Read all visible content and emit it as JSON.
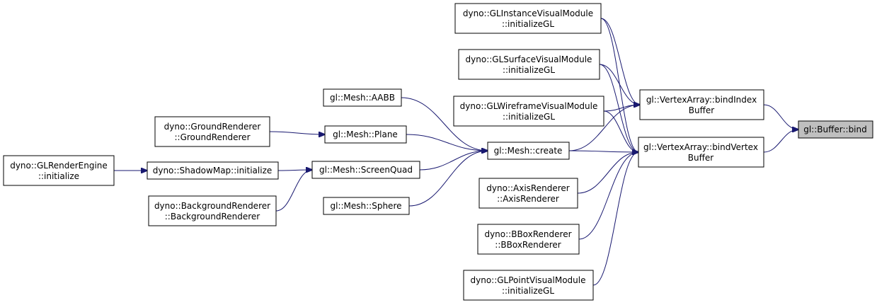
{
  "colors": {
    "edge": "#191970",
    "node_border": "#000000",
    "highlight_fill": "#bfbfbf",
    "background": "#ffffff"
  },
  "nodes": {
    "buffer_bind": {
      "lines": [
        "gl::Buffer::bind"
      ]
    },
    "bind_index_buffer": {
      "lines": [
        "gl::VertexArray::bindIndex",
        "Buffer"
      ]
    },
    "bind_vertex_buffer": {
      "lines": [
        "gl::VertexArray::bindVertex",
        "Buffer"
      ]
    },
    "mesh_create": {
      "lines": [
        "gl::Mesh::create"
      ]
    },
    "gl_instance_visual": {
      "lines": [
        "dyno::GLInstanceVisualModule",
        "::initializeGL"
      ]
    },
    "gl_surface_visual": {
      "lines": [
        "dyno::GLSurfaceVisualModule",
        "::initializeGL"
      ]
    },
    "gl_wireframe_visual": {
      "lines": [
        "dyno::GLWireframeVisualModule",
        "::initializeGL"
      ]
    },
    "axis_renderer": {
      "lines": [
        "dyno::AxisRenderer",
        "::AxisRenderer"
      ]
    },
    "bbox_renderer": {
      "lines": [
        "dyno::BBoxRenderer",
        "::BBoxRenderer"
      ]
    },
    "gl_point_visual": {
      "lines": [
        "dyno::GLPointVisualModule",
        "::initializeGL"
      ]
    },
    "mesh_aabb": {
      "lines": [
        "gl::Mesh::AABB"
      ]
    },
    "mesh_plane": {
      "lines": [
        "gl::Mesh::Plane"
      ]
    },
    "mesh_screenquad": {
      "lines": [
        "gl::Mesh::ScreenQuad"
      ]
    },
    "mesh_sphere": {
      "lines": [
        "gl::Mesh::Sphere"
      ]
    },
    "ground_renderer": {
      "lines": [
        "dyno::GroundRenderer",
        "::GroundRenderer"
      ]
    },
    "shadowmap_initialize": {
      "lines": [
        "dyno::ShadowMap::initialize"
      ]
    },
    "background_renderer": {
      "lines": [
        "dyno::BackgroundRenderer",
        "::BackgroundRenderer"
      ]
    },
    "gl_render_engine": {
      "lines": [
        "dyno::GLRenderEngine",
        "::initialize"
      ]
    }
  },
  "edges": [
    [
      "bind_index_buffer",
      "buffer_bind"
    ],
    [
      "bind_vertex_buffer",
      "buffer_bind"
    ],
    [
      "gl_instance_visual",
      "bind_index_buffer"
    ],
    [
      "gl_instance_visual",
      "bind_vertex_buffer"
    ],
    [
      "gl_surface_visual",
      "bind_index_buffer"
    ],
    [
      "gl_surface_visual",
      "bind_vertex_buffer"
    ],
    [
      "gl_wireframe_visual",
      "bind_index_buffer"
    ],
    [
      "gl_wireframe_visual",
      "bind_vertex_buffer"
    ],
    [
      "mesh_create",
      "bind_index_buffer"
    ],
    [
      "mesh_create",
      "bind_vertex_buffer"
    ],
    [
      "axis_renderer",
      "bind_vertex_buffer"
    ],
    [
      "bbox_renderer",
      "bind_vertex_buffer"
    ],
    [
      "gl_point_visual",
      "bind_vertex_buffer"
    ],
    [
      "mesh_aabb",
      "mesh_create"
    ],
    [
      "mesh_plane",
      "mesh_create"
    ],
    [
      "mesh_screenquad",
      "mesh_create"
    ],
    [
      "mesh_sphere",
      "mesh_create"
    ],
    [
      "ground_renderer",
      "mesh_plane"
    ],
    [
      "shadowmap_initialize",
      "mesh_screenquad"
    ],
    [
      "background_renderer",
      "mesh_screenquad"
    ],
    [
      "gl_render_engine",
      "shadowmap_initialize"
    ]
  ]
}
